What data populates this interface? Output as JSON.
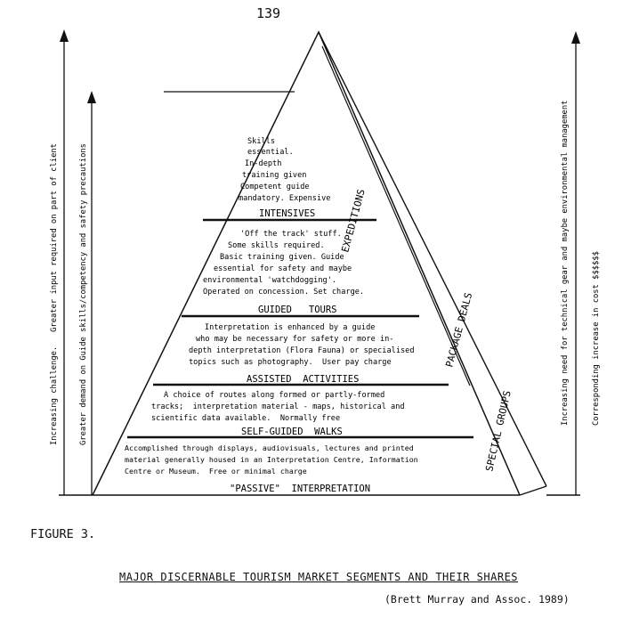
{
  "page_number": "139",
  "figure_label": "FIGURE 3.",
  "caption": "MAJOR DISCERNABLE TOURISM MARKET SEGMENTS AND THEIR SHARES",
  "credit": "(Brett Murray and Assoc. 1989)",
  "left_axis": {
    "outer_label": "Increasing challenge.   Greater input required on part of client",
    "inner_label": "Greater demand on Guide skills/competency and safety precautions"
  },
  "right_axis": {
    "inner_label": "Increasing need for technical gear and maybe environmental management",
    "outer_label": "Corresponding increase in cost $$$$$$"
  },
  "side_segments": {
    "expeditions": "EXPEDITIONS",
    "package_deals": "PACKAGE DEALS",
    "special_groups": "SPECIAL GROUPS"
  },
  "tiers": [
    {
      "name": "INTENSIVES",
      "lines": [
        "Skills",
        "essential.",
        "In-depth",
        "training given",
        "Competent guide",
        "mandatory. Expensive"
      ]
    },
    {
      "name": "GUIDED   TOURS",
      "lines": [
        "'Off the track' stuff.",
        "Some skills required.",
        "Basic training given. Guide",
        "essential for safety and maybe",
        "environmental 'watchdogging'.",
        "Operated on concession. Set charge."
      ]
    },
    {
      "name": "ASSISTED  ACTIVITIES",
      "lines": [
        "Interpretation is enhanced by a guide",
        "who may be necessary for safety or more in-",
        "depth interpretation (Flora Fauna) or specialised",
        "topics such as photography.  User pay charge"
      ]
    },
    {
      "name": "SELF-GUIDED  WALKS",
      "lines": [
        "A choice of routes along formed or partly-formed",
        "tracks;  interpretation material - maps, historical and",
        "scientific data available.  Normally free"
      ]
    },
    {
      "name": "\"PASSIVE\"  INTERPRETATION",
      "lines": [
        "Accomplished through displays, audiovisuals, lectures and printed",
        "material generally housed in an Interpretation Centre, Information",
        "Centre or Museum.  Free or minimal charge"
      ]
    }
  ]
}
